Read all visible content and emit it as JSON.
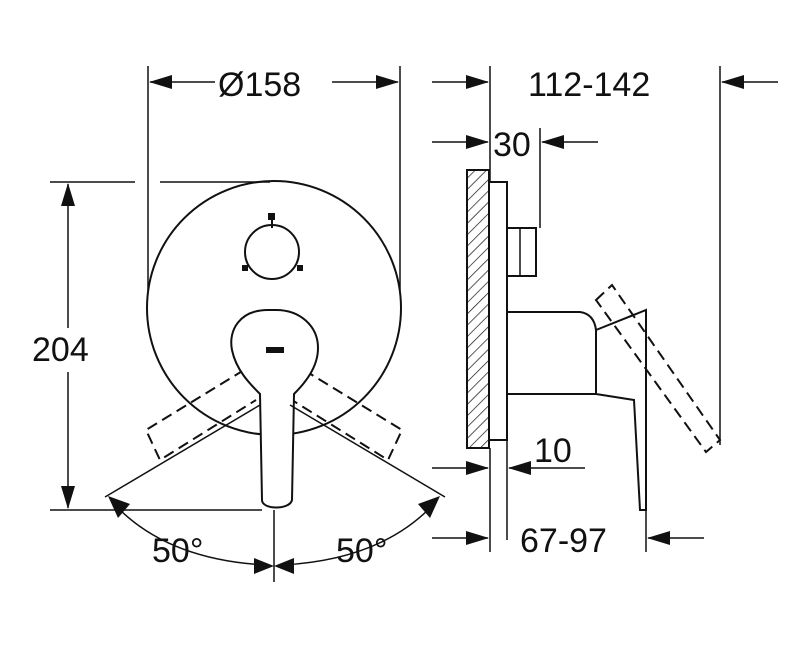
{
  "dimensions": {
    "diameter": "Ø158",
    "overall_depth": "112-142",
    "body_depth": "30",
    "height": "204",
    "offset": "10",
    "projection": "67-97",
    "angle_left": "50°",
    "angle_right": "50°"
  },
  "colors": {
    "line": "#111111",
    "background": "#ffffff"
  }
}
